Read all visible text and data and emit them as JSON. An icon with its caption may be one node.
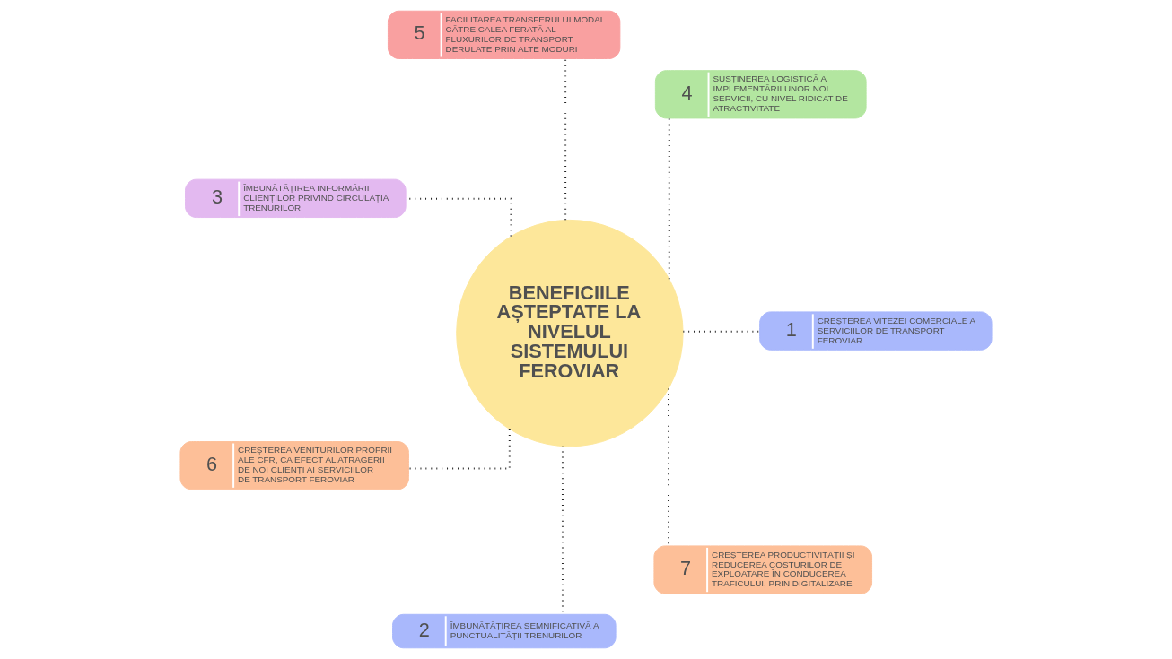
{
  "diagram": {
    "nodes": [
      {
        "text": [
          "BENEFICIILE AȘTEPTATE LA NIVELUL SISTEMULUI FEROVIAR"
        ]
      },
      {
        "text": [
          "1",
          "CREȘTEREA VITEZEI COMERCIALE A SERVICIILOR DE TRANSPORT FEROVIAR"
        ]
      },
      {
        "text": [
          "2",
          "ÎMBUNĂTĂȚIREA SEMNIFICATIVĂ A PUNCTUALITĂȚII TRENURILOR"
        ]
      },
      {
        "text": [
          "3",
          "ÎMBUNĂTĂȚIREA INFORMĂRII CLIENȚILOR PRIVIND CIRCULAȚIA TRENURILOR"
        ]
      },
      {
        "text": [
          "4",
          "SUSȚINEREA LOGISTICĂ A IMPLEMENTĂRII UNOR NOI SERVICII, CU NIVEL RIDICAT DE ATRACTIVITATE"
        ]
      },
      {
        "text": [
          "5",
          "FACILITAREA TRANSFERULUI MODAL CĂTRE CALEA FERATĂ AL FLUXURILOR DE TRANSPORT DERULATE PRIN ALTE MODURI"
        ]
      },
      {
        "text": [
          "6",
          "CREȘTEREA VENITURILOR PROPRII ALE CFR, CA EFECT AL ATRAGERII DE NOI CLIENȚI AI SERVICIILOR DE TRANSPORT FEROVIAR"
        ]
      },
      {
        "text": [
          "7",
          "CREȘTEREA PRODUCTIVITĂȚII ȘI REDUCEREA COSTURILOR DE EXPLOATARE ÎN CONDUCEREA TRAFICULUI, PRIN DIGITALIZARE"
        ]
      }
    ],
    "edges": [
      {
        "from": 0,
        "to": 1,
        "arrow": "none",
        "style": "dashed"
      },
      {
        "from": 0,
        "to": 2,
        "arrow": "none",
        "style": "dashed"
      },
      {
        "from": 0,
        "to": 3,
        "arrow": "none",
        "style": "dashed"
      },
      {
        "from": 0,
        "to": 4,
        "arrow": "none",
        "style": "dashed"
      },
      {
        "from": 0,
        "to": 5,
        "arrow": "none",
        "style": "dashed"
      },
      {
        "from": 0,
        "to": 6,
        "arrow": "none",
        "style": "dashed"
      },
      {
        "from": 0,
        "to": 7,
        "arrow": "none",
        "style": "dashed"
      }
    ]
  }
}
